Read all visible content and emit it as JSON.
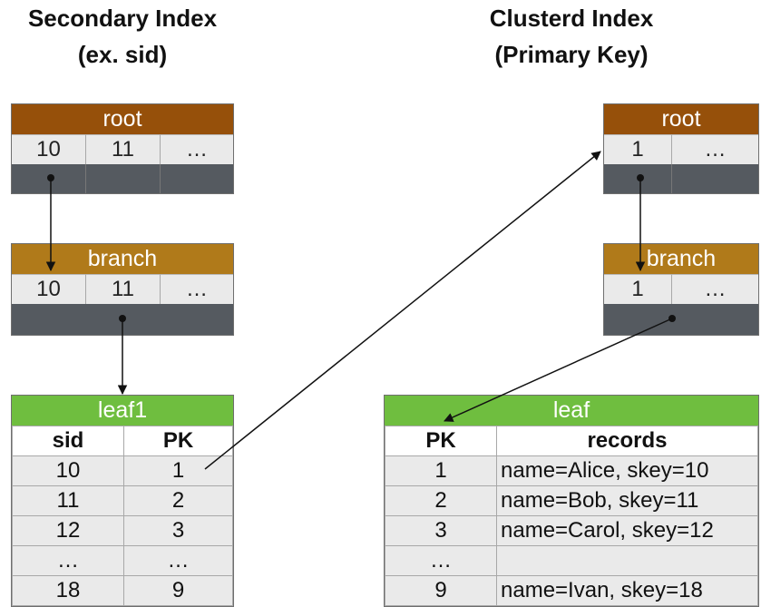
{
  "titles": {
    "secondary_line1": "Secondary Index",
    "secondary_line2": "(ex. sid)",
    "clustered_line1": "Clusterd Index",
    "clustered_line2": "(Primary Key)"
  },
  "secondary": {
    "root": {
      "label": "root",
      "keys": [
        "10",
        "11",
        "…"
      ]
    },
    "branch": {
      "label": "branch",
      "keys": [
        "10",
        "11",
        "…"
      ]
    },
    "leaf": {
      "label": "leaf1",
      "headers": [
        "sid",
        "PK"
      ],
      "rows": [
        [
          "10",
          "1"
        ],
        [
          "11",
          "2"
        ],
        [
          "12",
          "3"
        ],
        [
          "…",
          "…"
        ],
        [
          "18",
          "9"
        ]
      ]
    }
  },
  "clustered": {
    "root": {
      "label": "root",
      "keys": [
        "1",
        "…"
      ]
    },
    "branch": {
      "label": "branch",
      "keys": [
        "1",
        "…"
      ]
    },
    "leaf": {
      "label": "leaf",
      "headers": [
        "PK",
        "records"
      ],
      "rows": [
        [
          "1",
          "name=Alice, skey=10"
        ],
        [
          "2",
          "name=Bob, skey=11"
        ],
        [
          "3",
          "name=Carol, skey=12"
        ],
        [
          "…",
          ""
        ],
        [
          "9",
          "name=Ivan, skey=18"
        ]
      ]
    }
  }
}
